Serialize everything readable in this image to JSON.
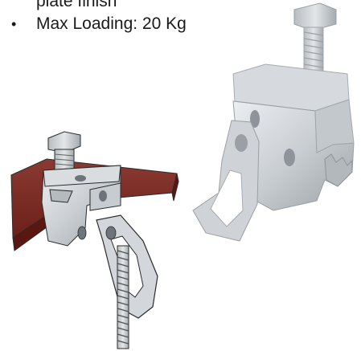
{
  "spec_list": {
    "items": [
      {
        "bullet": "",
        "text": "plate finish"
      },
      {
        "bullet": "•",
        "text": "Max Loading: 20 Kg"
      }
    ]
  },
  "images": {
    "installed_clip": "beam clamp installed on flange with threaded rod",
    "product_photo": "zinc plated beam clamp product photo"
  },
  "colors": {
    "steel_light": "#d9dde0",
    "steel_mid": "#b9bec3",
    "steel_dark": "#8e9499",
    "beam_red": "#7a2a23",
    "outline": "#2b2b2b"
  }
}
